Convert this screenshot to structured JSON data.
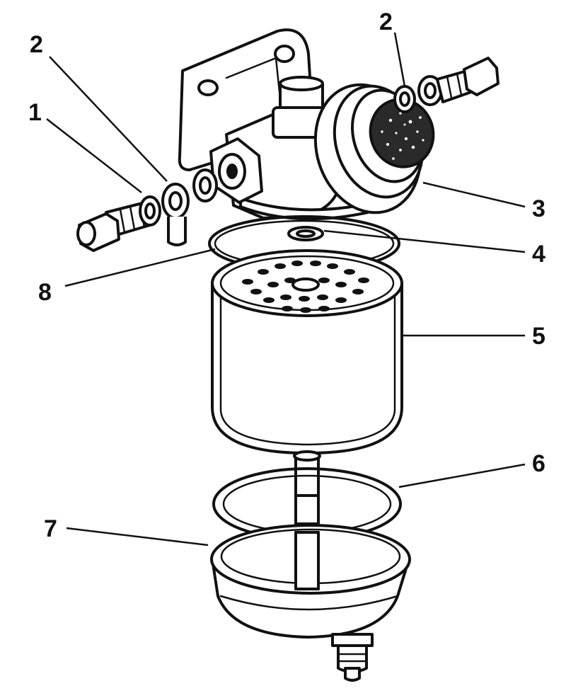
{
  "callouts": {
    "c1": "1",
    "c2a": "2",
    "c2b": "2",
    "c3": "3",
    "c4": "4",
    "c5": "5",
    "c6": "6",
    "c7": "7",
    "c8": "8"
  }
}
